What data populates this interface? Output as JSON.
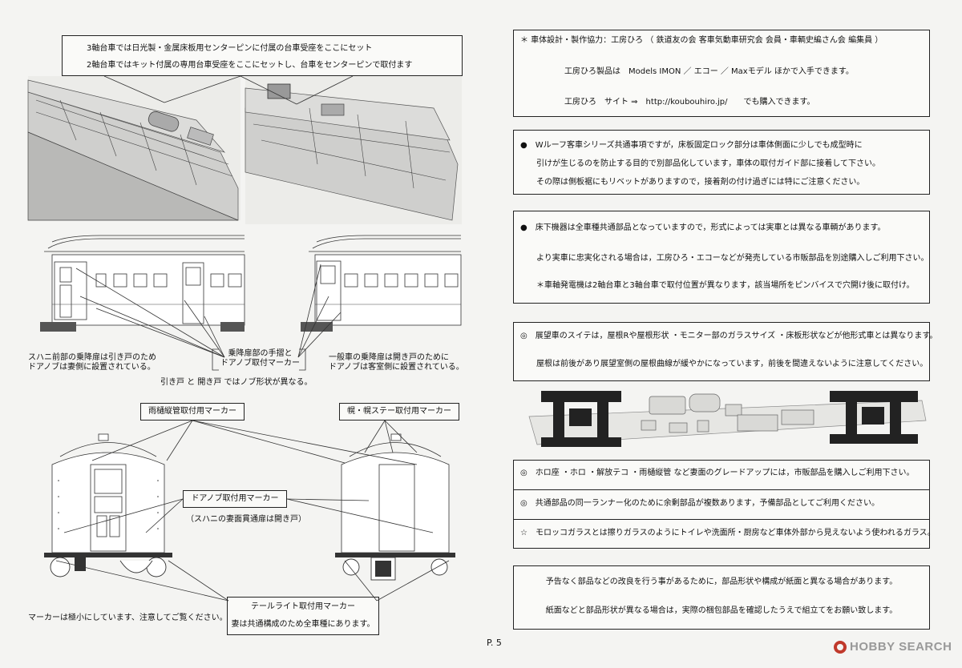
{
  "left": {
    "top_note": {
      "line1": "3軸台車では日光製・金属床板用センターピンに付属の台車受座をここにセット",
      "line2": "2軸台車ではキット付属の専用台車受座をここにセットし、台車をセンターピンで取付ます"
    },
    "side_labels": {
      "left_caption_l1": "スハニ前部の乗降扉は引き戸のため",
      "left_caption_l2": "ドアノブは妻側に設置されている。",
      "marker_l1": "乗降扉部の手摺と",
      "marker_l2": "ドアノブ取付マーカー",
      "right_caption_l1": "一般車の乗降扉は開き戸のために",
      "right_caption_l2": "ドアノブは客室側に設置されている。",
      "bottom_caption": "引き戸 と 開き戸 ではノブ形状が異なる。"
    },
    "end_labels": {
      "rain_gutter": "雨樋縦管取付用マーカー",
      "hood_stay": "幌・幌ステー取付用マーカー",
      "door_knob": "ドアノブ取付用マーカー",
      "door_knob_sub": "（スハニの妻面貫通扉は開き戸）",
      "taillight_l1": "テールライト取付用マーカー",
      "taillight_l2": "妻は共通構成のため全車種にあります。",
      "marker_tiny": "マーカーは極小にしています、注意してご覧ください。"
    },
    "page_number": "P. 5"
  },
  "right": {
    "credit": {
      "line1": "＊ 車体設計・製作協力：工房ひろ （ 鉄道友の会 客車気動車研究会 会員・車輌史編さん会 編集員 ）",
      "line2": "工房ひろ製品は　Models IMON ／ エコー ／ Maxモデル ほかで入手できます。",
      "line3": "工房ひろ　サイト ⇒　http://koubouhiro.jp/　　でも購入できます。"
    },
    "box_wroof": {
      "line1": "●　Wルーフ客車シリーズ共通事項ですが，床板固定ロック部分は車体側面に少しでも成型時に",
      "line2": "引けが生じるのを防止する目的で別部品化しています，車体の取付ガイド部に接着して下さい。",
      "line3": "その際は側板裾にもリベットがありますので，接着剤の付け過ぎには特にご注意ください。"
    },
    "box_underfloor": {
      "line1": "●　床下機器は全車種共通部品となっていますので，形式によっては実車とは異なる車輌があります。",
      "line2": "より実車に忠実化される場合は，工房ひろ・エコーなどが発売している市販部品を別途購入しご利用下さい。",
      "line3": "＊車軸発電機は2軸台車と3軸台車で取付位置が異なります，該当場所をピンバイスで穴開け後に取付け。"
    },
    "box_observation": {
      "line1": "◎　展望車のスイテは，屋根Rや屋根形状 ・モニター部のガラスサイズ ・床板形状などが他形式車とは異なります。",
      "line2": "屋根は前後があり展望室側の屋根曲線が緩やかになっています，前後を間違えないように注意してください。"
    },
    "box_parts": {
      "line1": "◎　ホロ座 ・ホロ ・解放テコ ・雨樋縦管 など妻面のグレードアップには，市販部品を購入しご利用下さい。",
      "line2": "◎　共通部品の同一ランナー化のために余剰部品が複数あります，予備部品としてご利用ください。",
      "line3": "☆　モロッコガラスとは擦りガラスのようにトイレや洗面所・厨房など車体外部から見えないよう使われるガラス。"
    },
    "box_notice": {
      "line1": "予告なく部品などの改良を行う事があるために，部品形状や構成が紙面と異なる場合があります。",
      "line2": "紙面などと部品形状が異なる場合は，実際の梱包部品を確認したうえで組立てをお願い致します。"
    },
    "watermark": "HOBBY SEARCH"
  }
}
